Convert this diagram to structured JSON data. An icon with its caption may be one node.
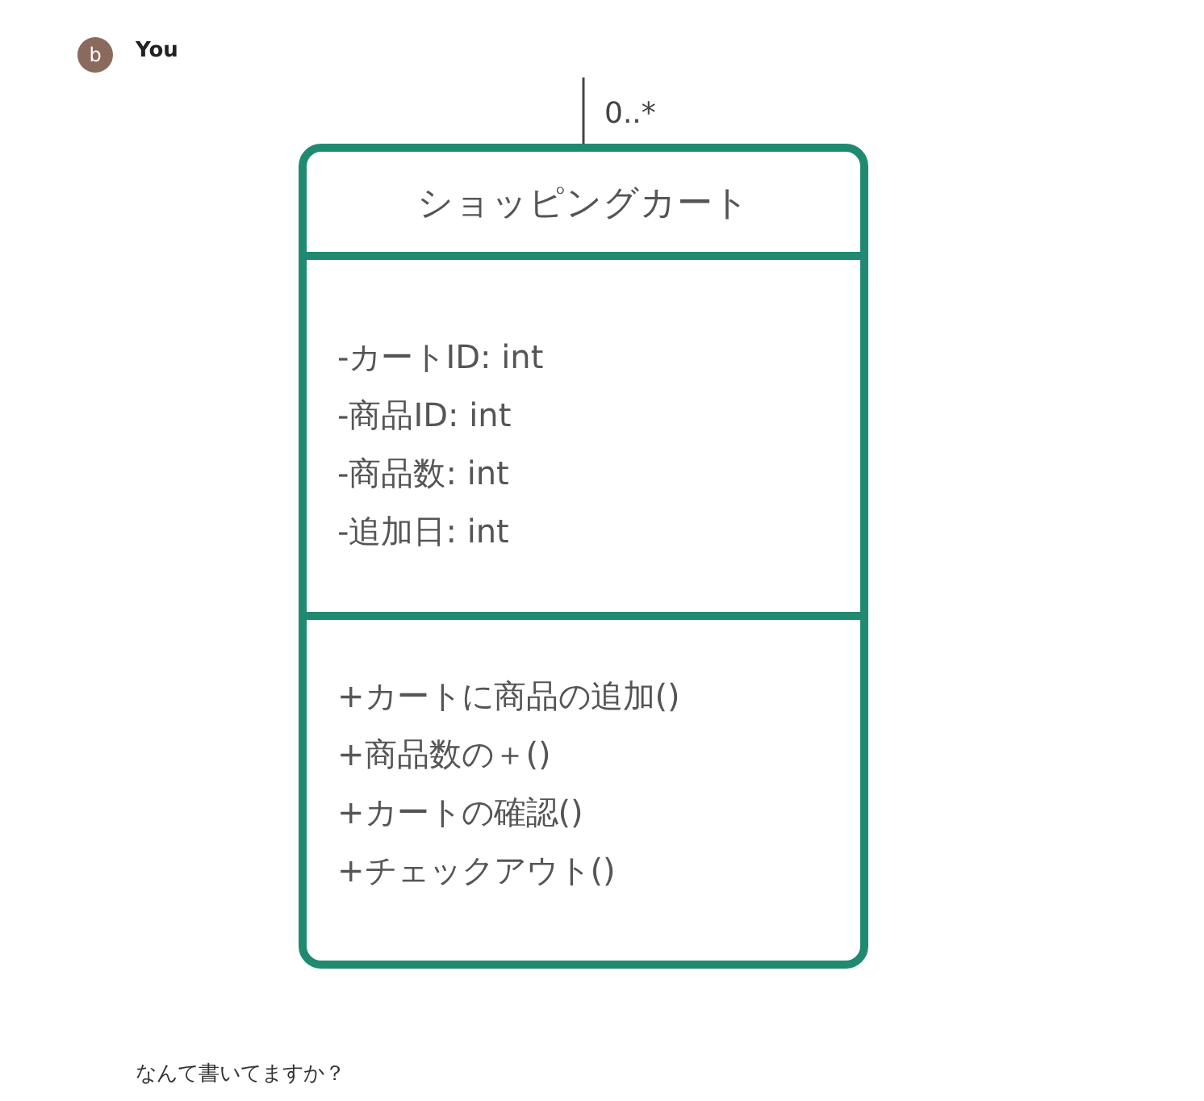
{
  "diagram": {
    "nodes": [
      {
        "text": [
          "b"
        ]
      },
      {
        "text": [
          "ショッピングカート"
        ]
      },
      {
        "text": [
          "-カートID: int",
          "-商品ID: int",
          "-商品数: int",
          "-追加日: int"
        ],
        "in": 1
      },
      {
        "text": [
          "+カートに商品の追加()",
          "+商品数の＋()",
          "+カートの確認()",
          "+チェックアウト()"
        ],
        "in": 1
      }
    ],
    "edges": [
      {
        "from": null,
        "to": 1,
        "arrow": "none",
        "label": "0..*"
      }
    ],
    "labels": [
      "You",
      "なんて書いてますか？"
    ]
  }
}
